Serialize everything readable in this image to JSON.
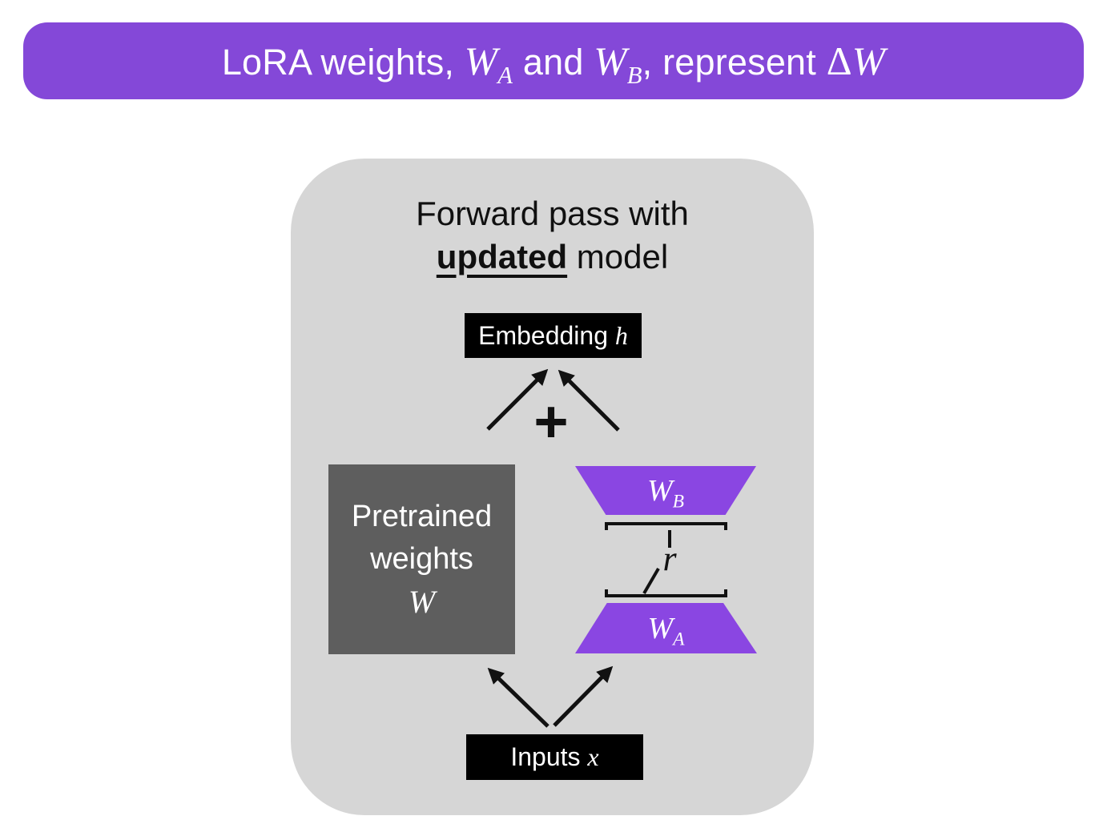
{
  "banner": {
    "bg_color": "#8448D8",
    "text_color": "#FFFFFF",
    "part1": "LoRA weights, ",
    "wa_main": "W",
    "wa_sub": "A",
    "part2": " and ",
    "wb_main": "W",
    "wb_sub": "B",
    "part3": ", represent ",
    "delta": "Δ",
    "delta_w": "W"
  },
  "panel": {
    "bg_color": "#D6D6D6",
    "title_line1": "Forward pass with",
    "title_line2_bold": "updated",
    "title_line2_rest": " model"
  },
  "embedding": {
    "bg_color": "#000000",
    "label": "Embedding ",
    "math": "h"
  },
  "plus_sign": "+",
  "pretrained": {
    "bg_color": "#5E5E5E",
    "line1": "Pretrained",
    "line2": "weights",
    "math": "W"
  },
  "lora": {
    "color": "#8A46E2",
    "wb_main": "W",
    "wb_sub": "B",
    "rank_label": "r",
    "wa_main": "W",
    "wa_sub": "A"
  },
  "inputs": {
    "bg_color": "#000000",
    "label": "Inputs ",
    "math": "x"
  }
}
